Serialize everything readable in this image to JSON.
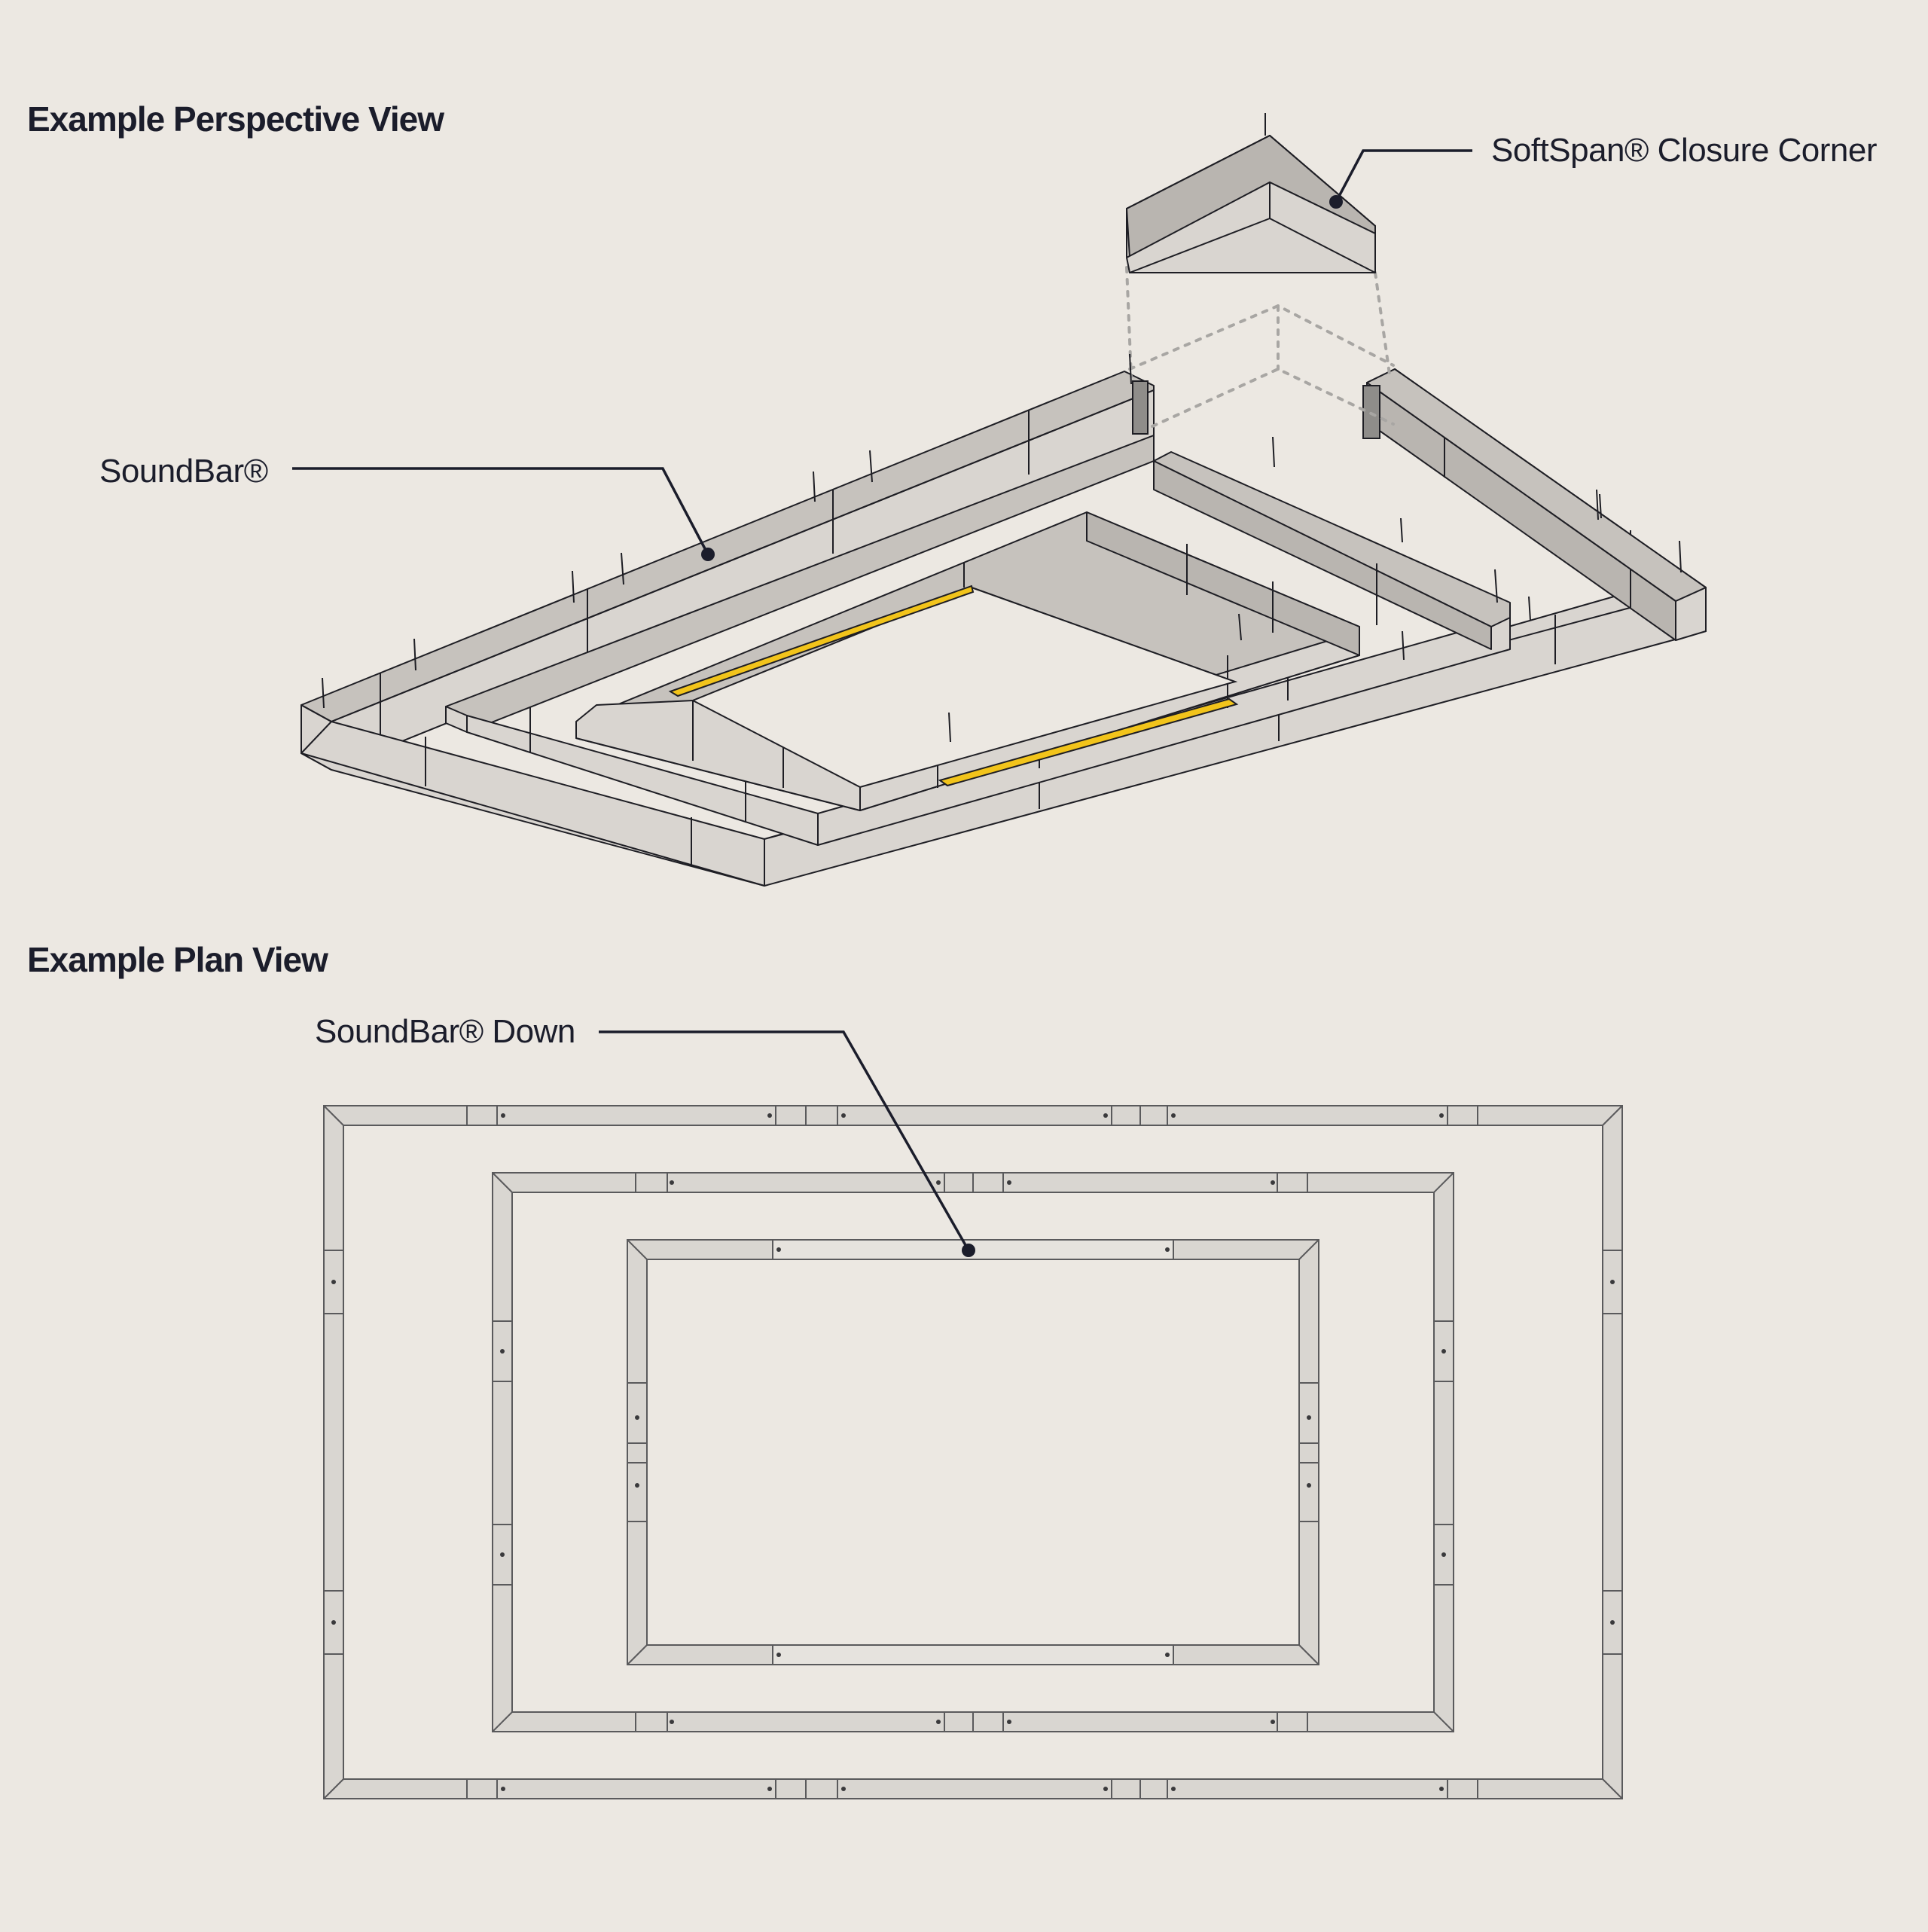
{
  "headings": {
    "perspective": "Example Perspective View",
    "plan": "Example Plan View"
  },
  "callouts": {
    "closure_corner": "SoftSpan® Closure Corner",
    "soundbar": "SoundBar®",
    "soundbar_down": "SoundBar® Down"
  },
  "colors": {
    "background": "#ece8e2",
    "panel_face": "#d9d5d0",
    "panel_top": "#c6c2bd",
    "led_accent": "#f2c41b",
    "ink": "#1b1d2b"
  }
}
